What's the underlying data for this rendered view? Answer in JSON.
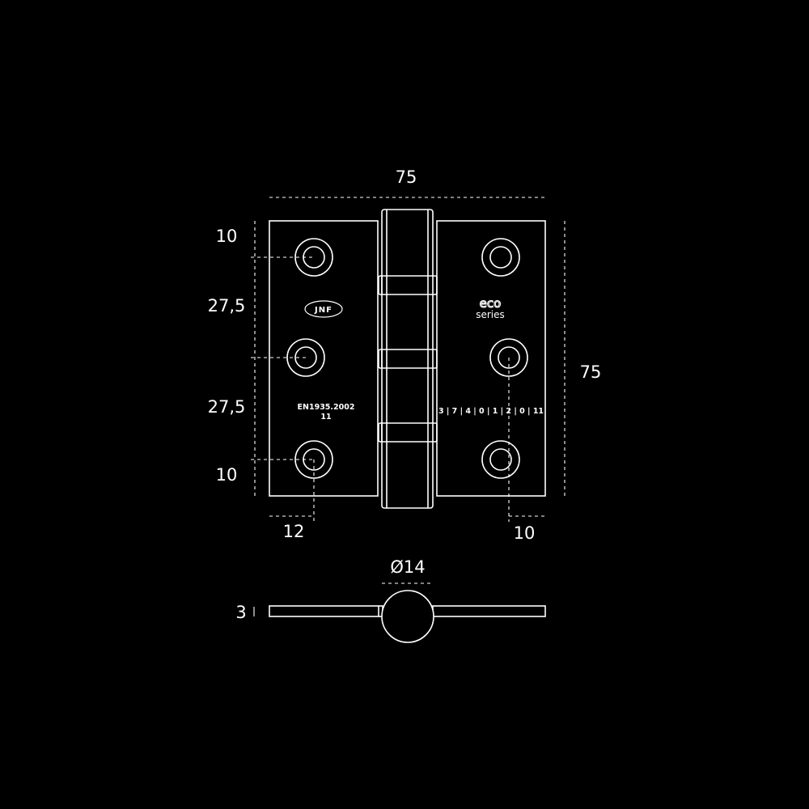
{
  "dimensions": {
    "total_width": "75",
    "total_height": "75",
    "top_hole_offset": "10",
    "upper_spacing": "27,5",
    "lower_spacing": "27,5",
    "bottom_hole_offset": "10",
    "left_edge_offset": "12",
    "right_edge_offset": "10",
    "knuckle_diameter": "Ø14",
    "leaf_thickness": "3"
  },
  "markings": {
    "left_logo": "JNF",
    "left_standard": "EN1935.2002",
    "left_standard_sub": "11",
    "right_logo": "eco",
    "right_logo_sub": "series",
    "right_grade": "3 | 7 | 4 | 0 | 1 | 2 | 0 | 11"
  }
}
